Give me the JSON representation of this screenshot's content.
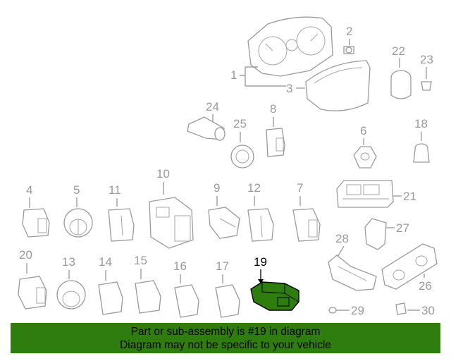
{
  "callouts": {
    "c1": "1",
    "c2": "2",
    "c3": "3",
    "c4": "4",
    "c5": "5",
    "c6": "6",
    "c7": "7",
    "c8": "8",
    "c9": "9",
    "c10": "10",
    "c11": "11",
    "c12": "12",
    "c13": "13",
    "c14": "14",
    "c15": "15",
    "c16": "16",
    "c17": "17",
    "c18": "18",
    "c19": "19",
    "c20": "20",
    "c21": "21",
    "c22": "22",
    "c23": "23",
    "c24": "24",
    "c25": "25",
    "c26": "26",
    "c27": "27",
    "c28": "28",
    "c29": "29",
    "c30": "30"
  },
  "highlight": {
    "part_number": "19",
    "color": "#2e7d0e"
  },
  "banner": {
    "line1": "Part or sub-assembly is #19 in diagram",
    "line2": "Diagram may not be specific to your vehicle",
    "background": "#2e7d0e"
  }
}
